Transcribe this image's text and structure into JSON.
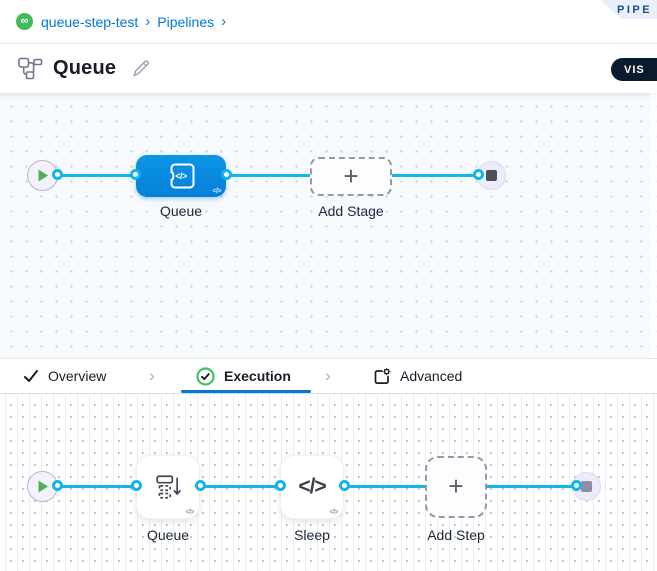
{
  "breadcrumb": {
    "project": "queue-step-test",
    "section": "Pipelines",
    "separator": "›"
  },
  "studio_ribbon": {
    "label_visible": "PIPE"
  },
  "header": {
    "title": "Queue",
    "view_toggle_visible": "VIS"
  },
  "stage_graph": {
    "stage": {
      "label": "Queue",
      "icon_glyph": "</>",
      "code_badge": "</>"
    },
    "add_stage": {
      "label": "Add Stage",
      "plus": "+"
    }
  },
  "tabs": {
    "overview": {
      "label": "Overview"
    },
    "execution": {
      "label": "Execution"
    },
    "advanced": {
      "label": "Advanced"
    },
    "separator": "›"
  },
  "step_graph": {
    "steps": [
      {
        "label": "Queue",
        "code_badge": "</>"
      },
      {
        "label": "Sleep",
        "icon_glyph": "</>",
        "code_badge": "</>"
      }
    ],
    "add_step": {
      "label": "Add Step",
      "plus": "+"
    }
  },
  "icons": {
    "logo_glyph": "∞"
  },
  "colors": {
    "accent_blue": "#0278D5",
    "connector_cyan": "#14B4EA",
    "stage_node_blue": "#0B92E4",
    "success_green": "#42BA57",
    "toggle_navy": "#0A1B2D",
    "canvas_tint": "#F6FAFD"
  }
}
